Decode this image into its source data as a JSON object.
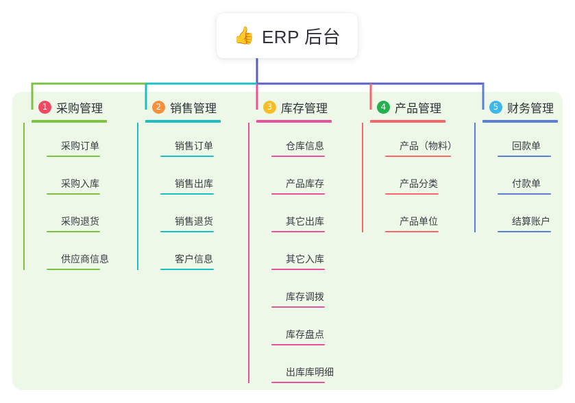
{
  "root": {
    "emoji": "👍",
    "emoji_name": "thumbs-up-icon",
    "title": "ERP 后台"
  },
  "colors": {
    "panel_background": "#eef8e8",
    "page_background": "#ffffff",
    "trunk": "#5b5fc7",
    "text": "#2f3137"
  },
  "branches": [
    {
      "index": "1",
      "title": "采购管理",
      "badge_color": "#ef4a63",
      "line_color": "#7dc242",
      "items": [
        {
          "label": "采购订单"
        },
        {
          "label": "采购入库"
        },
        {
          "label": "采购退货"
        },
        {
          "label": "供应商信息"
        }
      ]
    },
    {
      "index": "2",
      "title": "销售管理",
      "badge_color": "#f5913e",
      "line_color": "#1dc0c0",
      "items": [
        {
          "label": "销售订单"
        },
        {
          "label": "销售出库"
        },
        {
          "label": "销售退货"
        },
        {
          "label": "客户信息"
        }
      ]
    },
    {
      "index": "3",
      "title": "库存管理",
      "badge_color": "#f7bd26",
      "line_color": "#e8519b",
      "items": [
        {
          "label": "仓库信息"
        },
        {
          "label": "产品库存"
        },
        {
          "label": "其它出库"
        },
        {
          "label": "其它入库"
        },
        {
          "label": "库存调拨"
        },
        {
          "label": "库存盘点"
        },
        {
          "label": "出库库明细"
        }
      ]
    },
    {
      "index": "4",
      "title": "产品管理",
      "badge_color": "#22b14c",
      "line_color": "#f4686b",
      "items": [
        {
          "label": "产品（物料）"
        },
        {
          "label": "产品分类"
        },
        {
          "label": "产品单位"
        }
      ]
    },
    {
      "index": "5",
      "title": "财务管理",
      "badge_color": "#3fb7e8",
      "line_color": "#5b7fd4",
      "items": [
        {
          "label": "回款单"
        },
        {
          "label": "付款单"
        },
        {
          "label": "结算账户"
        }
      ]
    }
  ]
}
